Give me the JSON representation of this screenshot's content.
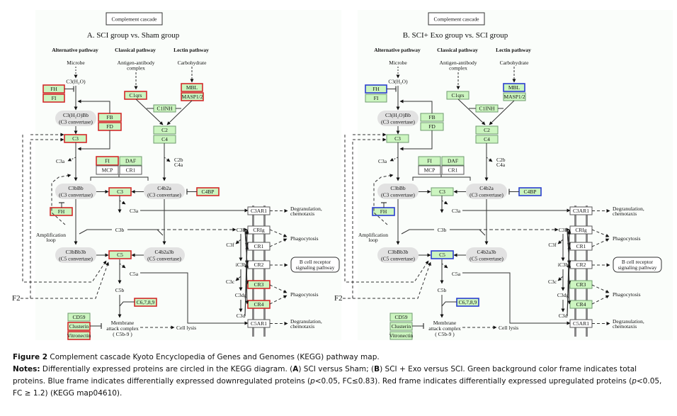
{
  "figure": {
    "panels": [
      {
        "id": "A",
        "header_box": "Complement cascade",
        "title": "A. SCI group vs. Sham group",
        "frame_colors": {
          "FH": "red",
          "FI": "red",
          "FB": "red",
          "FD": "red",
          "C3_top": "red",
          "C1qrs": "red",
          "MBL": "red",
          "MASP1/2": "red",
          "C1INH": "green",
          "C2": "green",
          "C4": "green",
          "FI_reg": "red",
          "DAF": "green",
          "MCP": "none",
          "CR1": "none",
          "C3_mid": "red",
          "C4BP": "red",
          "FH_lower": "red",
          "C5": "red",
          "C6,7,8,9": "red",
          "CD59": "green",
          "Clusterin": "red",
          "Vitronectin": "red",
          "C3AR1": "none",
          "CRIg": "none",
          "CR1_rec": "none",
          "CR2": "none",
          "CR3": "red",
          "CR4": "red",
          "C5AR1": "none"
        }
      },
      {
        "id": "B",
        "header_box": "Complement cascade",
        "title": "B. SCI+ Exo group vs. SCI group",
        "frame_colors": {
          "FH": "blue",
          "FI": "green",
          "FB": "green",
          "FD": "green",
          "C3_top": "green",
          "C1qrs": "green",
          "MBL": "blue",
          "MASP1/2": "green",
          "C1INH": "green",
          "C2": "green",
          "C4": "green",
          "FI_reg": "green",
          "DAF": "green",
          "MCP": "none",
          "CR1": "none",
          "C3_mid": "green",
          "C4BP": "blue",
          "FH_lower": "blue",
          "C5": "blue",
          "C6,7,8,9": "blue",
          "CD59": "green",
          "Clusterin": "green",
          "Vitronectin": "green",
          "C3AR1": "none",
          "CRIg": "none",
          "CR1_rec": "none",
          "CR2": "none",
          "CR3": "green",
          "CR4": "green",
          "C5AR1": "none"
        }
      }
    ],
    "labels": {
      "alt_pathway": "Alternative pathway",
      "classical_pathway": "Classical pathway",
      "lectin_pathway": "Lectin pathway",
      "microbe": "Microbe",
      "antigen_antibody": "Antigen-antibody",
      "complex": "complex",
      "carbohydrate": "Carbohydrate",
      "c3h2o": "C3(H₂O)",
      "c3h2obb": "C3(H₂O)Bb",
      "c3_convertase": "(C3 convertase)",
      "c5_convertase": "(C5 convertase)",
      "c3bbb": "C3bBb",
      "c4b2a": "C4b2a",
      "c3bbb3b": "C3bBb3b",
      "c4b2a3b": "C4b2a3b",
      "c3a": "C3a",
      "c3b": "C3b",
      "c2b": "C2b",
      "c4a": "C4a",
      "c3f": "C3f",
      "ic3b": "iC3b",
      "c3c": "C3c",
      "c3dg": "C3dg",
      "c3d": "C3d",
      "c5a": "C5a",
      "c5b": "C5b",
      "amplification": "Amplification",
      "loop": "loop",
      "f2": "F2",
      "mac1": "Membrane",
      "mac2": "attack complex",
      "mac3": "( C5b-9 )",
      "cell_lysis": "Cell lysis",
      "degranulation": "Degranulation,",
      "chemotaxis": "chemotaxis",
      "phagocytosis": "Phagocytosis",
      "bcell1": "B cell receptor",
      "bcell2": "signaling pathway"
    },
    "genes": {
      "FH": "FH",
      "FI": "FI",
      "FB": "FB",
      "FD": "FD",
      "C3": "C3",
      "C1qrs": "C1qrs",
      "MBL": "MBL",
      "MASP": "MASP1/2",
      "C1INH": "C1INH",
      "C2": "C2",
      "C4": "C4",
      "DAF": "DAF",
      "MCP": "MCP",
      "CR1": "CR1",
      "C4BP": "C4BP",
      "C5": "C5",
      "C6789": "C6,7,8,9",
      "CD59": "CD59",
      "Clusterin": "Clusterin",
      "Vitronectin": "Vitronectin",
      "C3AR1": "C3AR1",
      "CRIg": "CRIg",
      "CR2": "CR2",
      "CR3": "CR3",
      "CR4": "CR4",
      "C5AR1": "C5AR1"
    },
    "colors": {
      "red": "#d32a2a",
      "blue": "#2b3fcf",
      "green": "#6f9a6f",
      "gene_fill": "#ccf5c0",
      "none_fill": "#ffffff",
      "none_stroke": "#555555",
      "pill": "#e2e2e2"
    }
  },
  "caption": {
    "fig_label": "Figure 2",
    "fig_text": " Complement cascade Kyoto Encyclopedia of Genes and Genomes (KEGG) pathway map.",
    "notes_label": "Notes:",
    "line1_a": " Differentially expressed proteins are circled in the KEGG diagram. (",
    "A": "A",
    "line1_b": ") SCI versus Sham; (",
    "B": "B",
    "line1_c": ") SCI + Exo versus SCI. Green background color frame indicates total",
    "line2_a": "proteins. Blue frame indicates differentially expressed downregulated proteins (",
    "p": "p",
    "line2_b": "<0.05, FC≤0.83). Red frame indicates differentially expressed upregulated proteins (",
    "line2_c": "<0.05,",
    "line3": "FC ≥ 1.2) (KEGG map04610)."
  }
}
